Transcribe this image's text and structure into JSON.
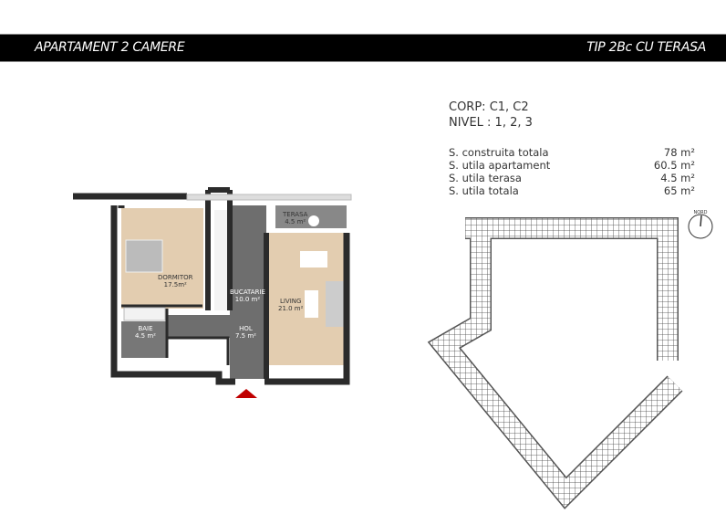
{
  "header": {
    "title": "APARTAMENT 2 CAMERE",
    "type": "TIP 2Bc CU TERASA"
  },
  "info": {
    "corp": "CORP: C1, C2",
    "nivel": "NIVEL : 1, 2, 3",
    "areas": [
      {
        "label": "S. construita totala",
        "value": "78 m²"
      },
      {
        "label": "S. utila apartament",
        "value": "60.5 m²"
      },
      {
        "label": "S. utila terasa",
        "value": "4.5 m²"
      },
      {
        "label": "S. utila totala",
        "value": "65 m²"
      }
    ]
  },
  "rooms": [
    {
      "name": "TERASA",
      "area": "4.5 m²"
    },
    {
      "name": "DORMITOR",
      "area": "17.5m²"
    },
    {
      "name": "BUCATARIE",
      "area": "10.0 m²"
    },
    {
      "name": "LIVING",
      "area": "21.0 m²"
    },
    {
      "name": "BAIE",
      "area": "4.5 m²"
    },
    {
      "name": "HOL",
      "area": "7.5 m²"
    }
  ],
  "compass": {
    "label": "NORD"
  },
  "colors": {
    "banner": "#000000",
    "wall": "#2b2b2b",
    "floor_wood": "#e3cdb0",
    "floor_tile": "#6e6e6e",
    "entrance": "#c00000"
  }
}
